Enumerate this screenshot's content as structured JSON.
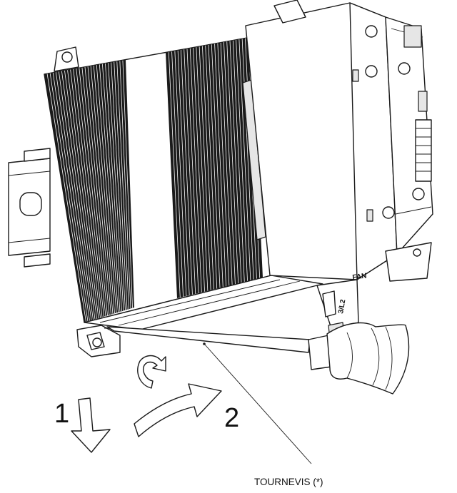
{
  "labels": {
    "step_1": "1",
    "step_2": "2",
    "tool_callout": "TOURNEVIS (*)",
    "fan_marking": "FAN",
    "terminal_marking": "3/L2"
  },
  "icons": {
    "pull_down_arrow": "arrow-down-icon",
    "rotate_out_arrow": "curved-arrow-icon",
    "twist_arrow": "rotate-icon"
  }
}
